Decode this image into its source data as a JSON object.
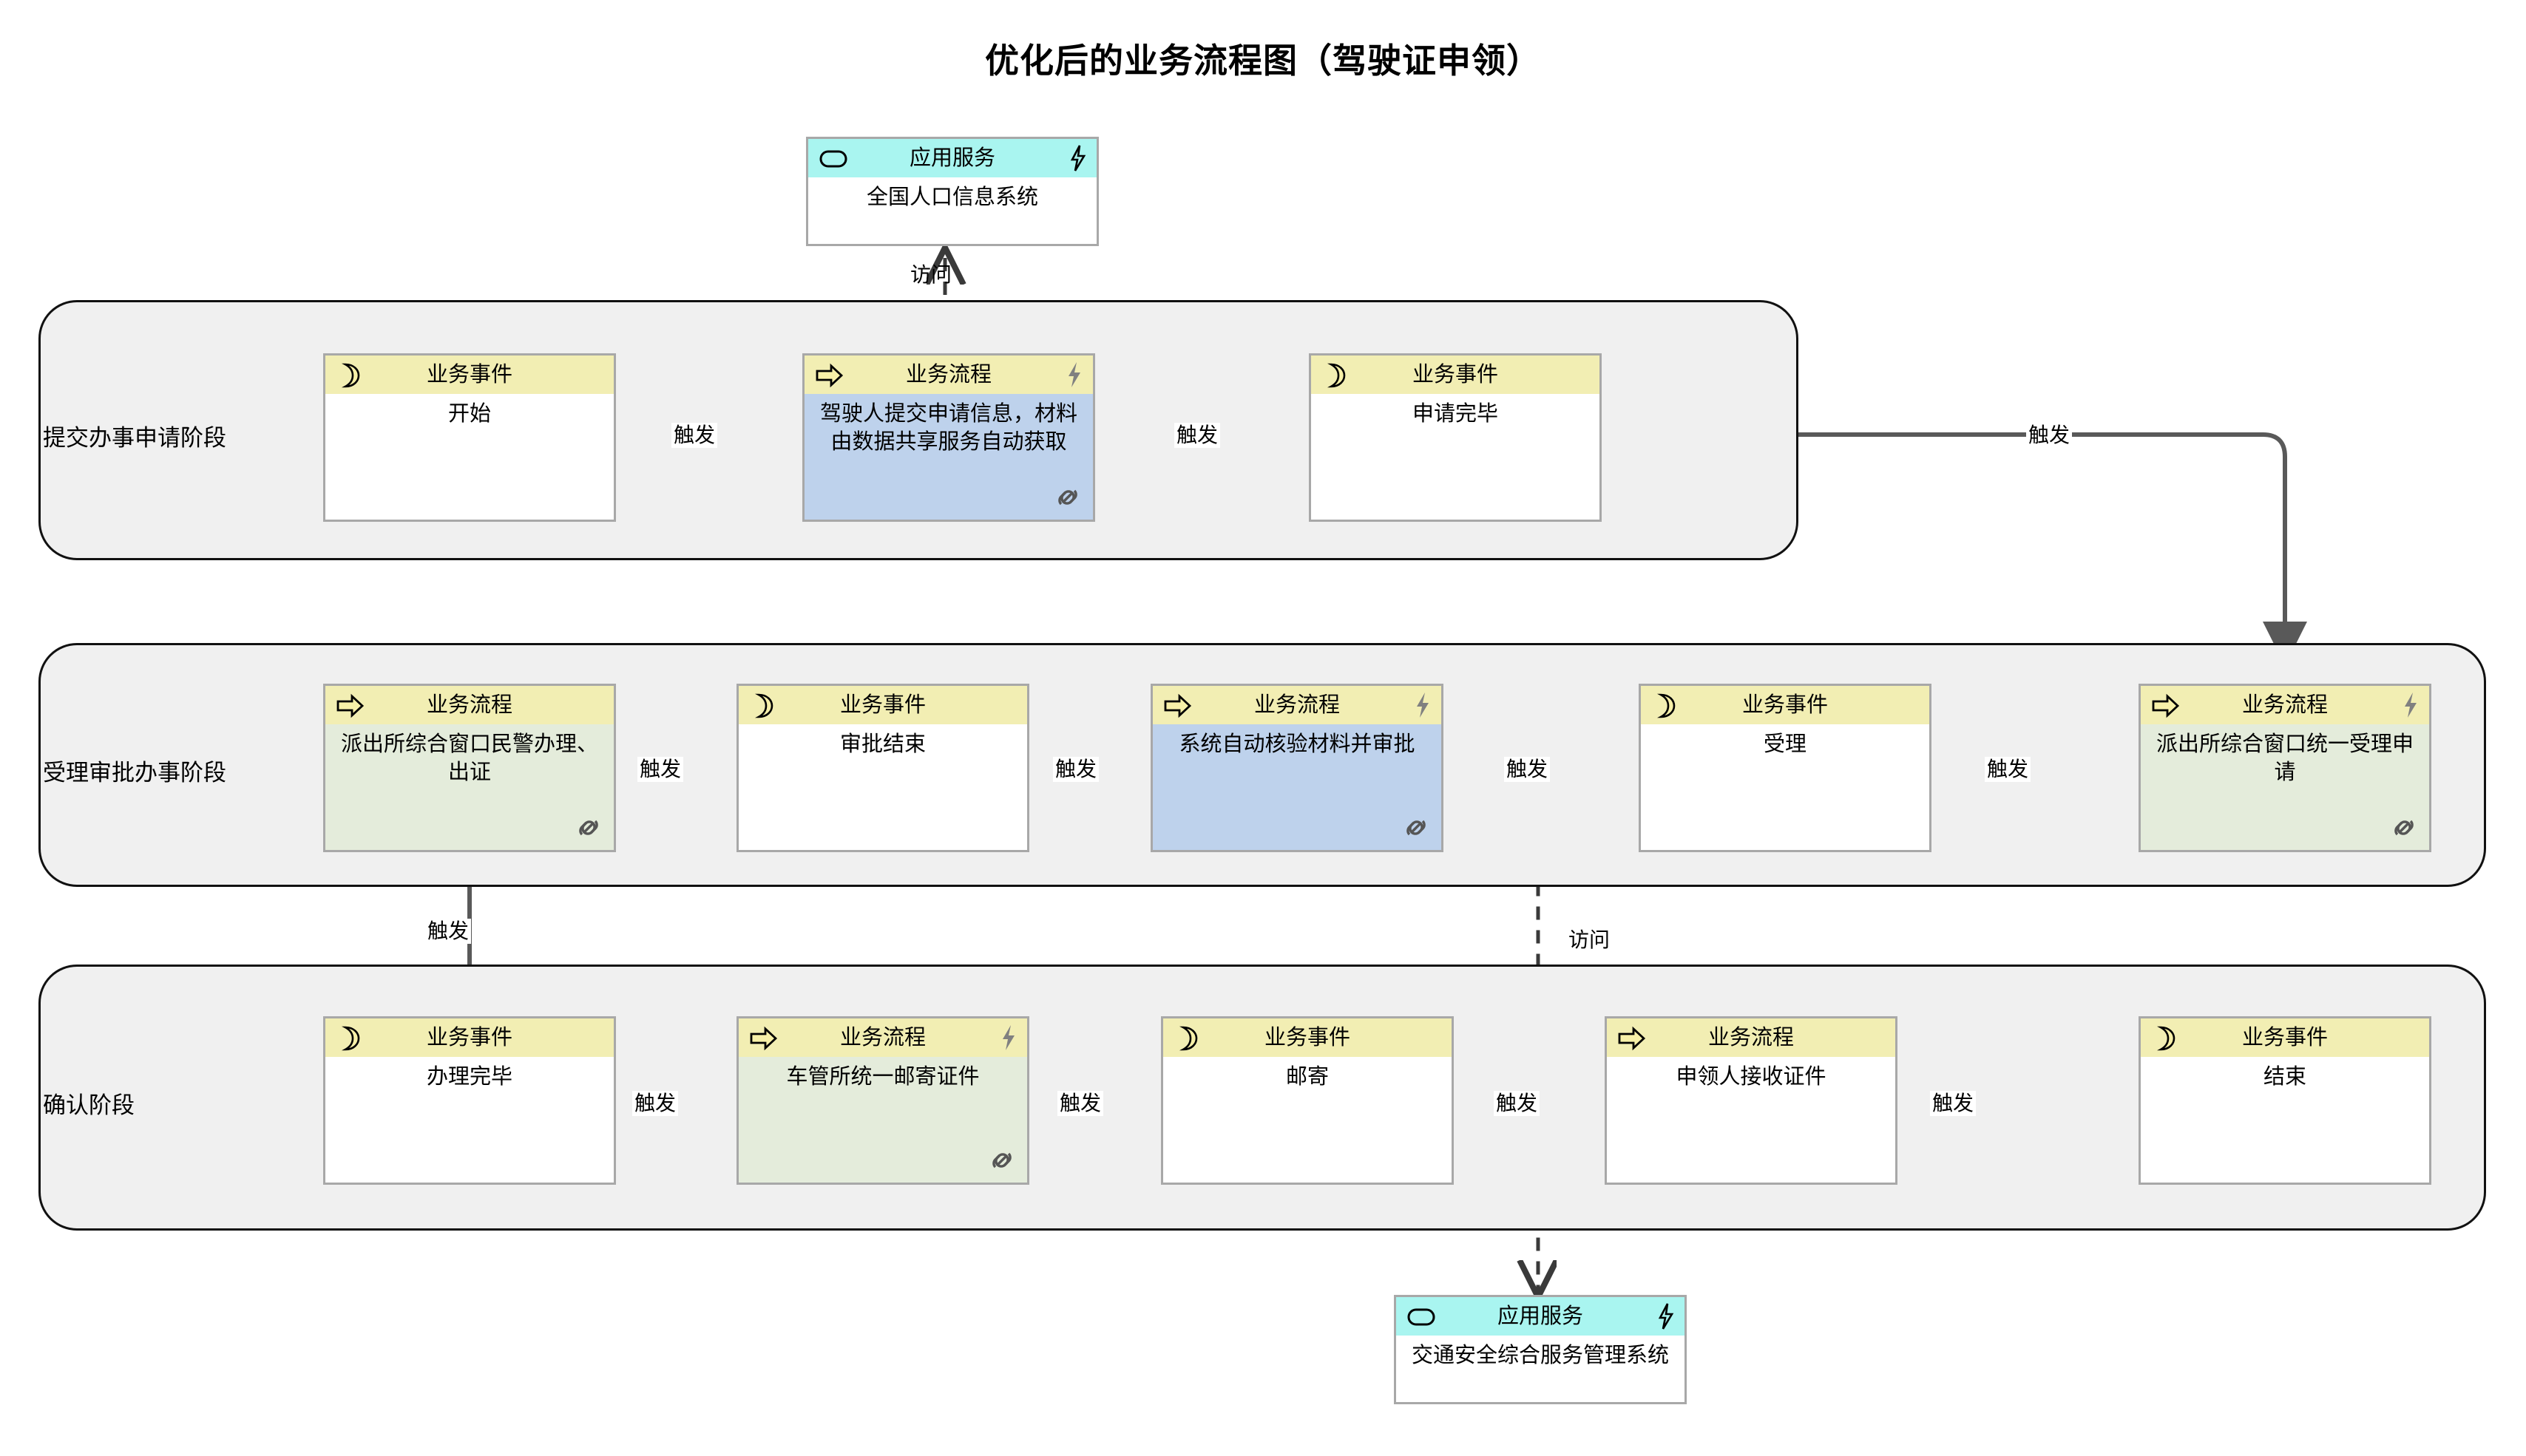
{
  "title": "优化后的业务流程图（驾驶证申领）",
  "legend": {
    "business_event": "业务事件",
    "business_process": "业务流程",
    "application_service": "应用服务"
  },
  "icons": {
    "event": "crescent-moon-icon",
    "process": "right-arrow-icon",
    "service": "rounded-rect-icon",
    "trigger": "lightning-bolt-icon",
    "link": "chain-link-icon"
  },
  "edge_labels": {
    "trigger": "触发",
    "access": "访问"
  },
  "services": {
    "population": {
      "type_label": "应用服务",
      "name": "全国人口信息系统"
    },
    "traffic": {
      "type_label": "应用服务",
      "name": "交通安全综合服务管理系统"
    }
  },
  "phases": [
    {
      "id": "submit",
      "label": "提交办事申请阶段",
      "nodes": [
        {
          "id": "p1n1",
          "type_label": "业务事件",
          "name": "开始",
          "kind": "event",
          "fill": "white",
          "bolt": false,
          "link": false
        },
        {
          "id": "p1n2",
          "type_label": "业务流程",
          "name": "驾驶人提交申请信息，材料由数据共享服务自动获取",
          "kind": "process",
          "fill": "blue",
          "bolt": true,
          "link": true
        },
        {
          "id": "p1n3",
          "type_label": "业务事件",
          "name": "申请完毕",
          "kind": "event",
          "fill": "white",
          "bolt": false,
          "link": false
        }
      ]
    },
    {
      "id": "accept",
      "label": "受理审批办事阶段",
      "nodes": [
        {
          "id": "p2n1",
          "type_label": "业务流程",
          "name": "派出所综合窗口民警办理、出证",
          "kind": "process",
          "fill": "green",
          "bolt": false,
          "link": true
        },
        {
          "id": "p2n2",
          "type_label": "业务事件",
          "name": "审批结束",
          "kind": "event",
          "fill": "white",
          "bolt": false,
          "link": false
        },
        {
          "id": "p2n3",
          "type_label": "业务流程",
          "name": "系统自动核验材料并审批",
          "kind": "process",
          "fill": "blue",
          "bolt": true,
          "link": true
        },
        {
          "id": "p2n4",
          "type_label": "业务事件",
          "name": "受理",
          "kind": "event",
          "fill": "white",
          "bolt": false,
          "link": false
        },
        {
          "id": "p2n5",
          "type_label": "业务流程",
          "name": "派出所综合窗口统一受理申请",
          "kind": "process",
          "fill": "green",
          "bolt": true,
          "link": true
        }
      ]
    },
    {
      "id": "confirm",
      "label": "确认阶段",
      "nodes": [
        {
          "id": "p3n1",
          "type_label": "业务事件",
          "name": "办理完毕",
          "kind": "event",
          "fill": "white",
          "bolt": false,
          "link": false
        },
        {
          "id": "p3n2",
          "type_label": "业务流程",
          "name": "车管所统一邮寄证件",
          "kind": "process",
          "fill": "green",
          "bolt": true,
          "link": true
        },
        {
          "id": "p3n3",
          "type_label": "业务事件",
          "name": "邮寄",
          "kind": "event",
          "fill": "white",
          "bolt": false,
          "link": false
        },
        {
          "id": "p3n4",
          "type_label": "业务流程",
          "name": "申领人接收证件",
          "kind": "process",
          "fill": "white",
          "bolt": false,
          "link": false
        },
        {
          "id": "p3n5",
          "type_label": "业务事件",
          "name": "结束",
          "kind": "event",
          "fill": "white",
          "bolt": false,
          "link": false
        }
      ]
    }
  ],
  "colors": {
    "header_yellow": "#f2eeb3",
    "header_cyan": "#a9f5f0",
    "body_blue": "#bed2ec",
    "body_green": "#e4ecdb",
    "phase_bg": "#f0f0f0",
    "node_border": "#a8a8a8",
    "edge": "#595959"
  }
}
